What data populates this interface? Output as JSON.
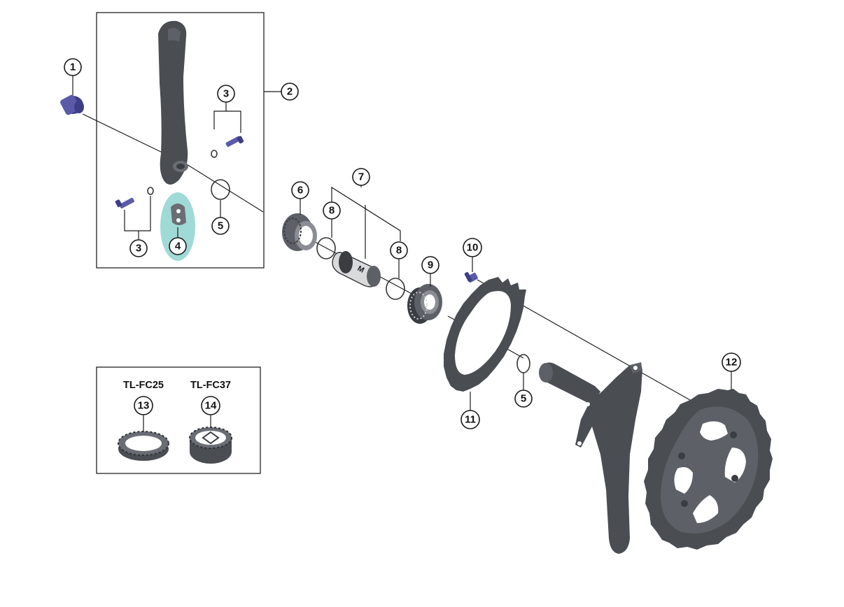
{
  "callouts": {
    "c1": "1",
    "c2": "2",
    "c3a": "3",
    "c3b": "3",
    "c4": "4",
    "c5a": "5",
    "c5b": "5",
    "c6": "6",
    "c7": "7",
    "c8a": "8",
    "c8b": "8",
    "c9": "9",
    "c10": "10",
    "c11": "11",
    "c12": "12",
    "c13": "13",
    "c14": "14"
  },
  "tools": {
    "tool_a": "TL-FC25",
    "tool_b": "TL-FC37"
  },
  "colors": {
    "highlight": "#8fd3cf",
    "bolt": "#5a5aa8",
    "part": "#4a4d52"
  }
}
